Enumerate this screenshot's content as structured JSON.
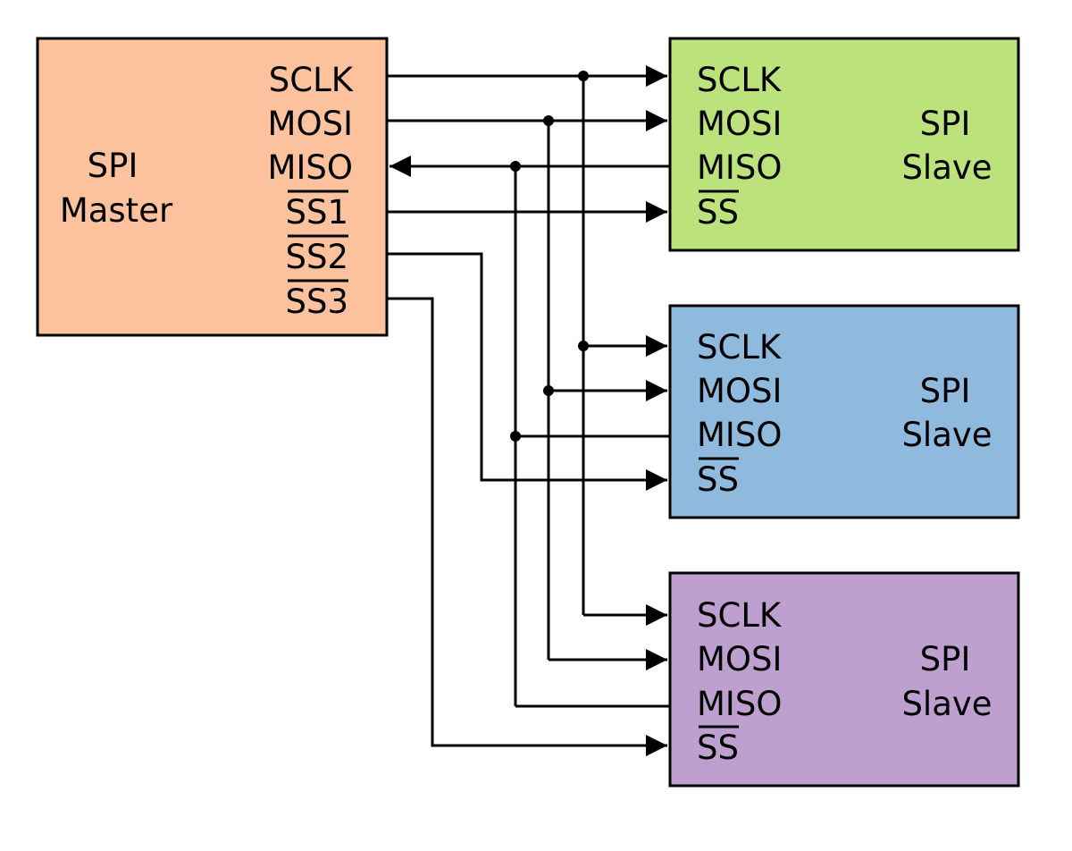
{
  "master": {
    "title_line1": "SPI",
    "title_line2": "Master",
    "fill": "#fcc29e",
    "pins": {
      "sclk": "SCLK",
      "mosi": "MOSI",
      "miso": "MISO",
      "ss1": "SS1",
      "ss2": "SS2",
      "ss3": "SS3"
    }
  },
  "slaves": [
    {
      "fill": "#bce27b",
      "title_line1": "SPI",
      "title_line2": "Slave",
      "pins": {
        "sclk": "SCLK",
        "mosi": "MOSI",
        "miso": "MISO",
        "ss": "SS"
      }
    },
    {
      "fill": "#8fbadd",
      "title_line1": "SPI",
      "title_line2": "Slave",
      "pins": {
        "sclk": "SCLK",
        "mosi": "MOSI",
        "miso": "MISO",
        "ss": "SS"
      }
    },
    {
      "fill": "#bea0d0",
      "title_line1": "SPI",
      "title_line2": "Slave",
      "pins": {
        "sclk": "SCLK",
        "mosi": "MOSI",
        "miso": "MISO",
        "ss": "SS"
      }
    }
  ]
}
